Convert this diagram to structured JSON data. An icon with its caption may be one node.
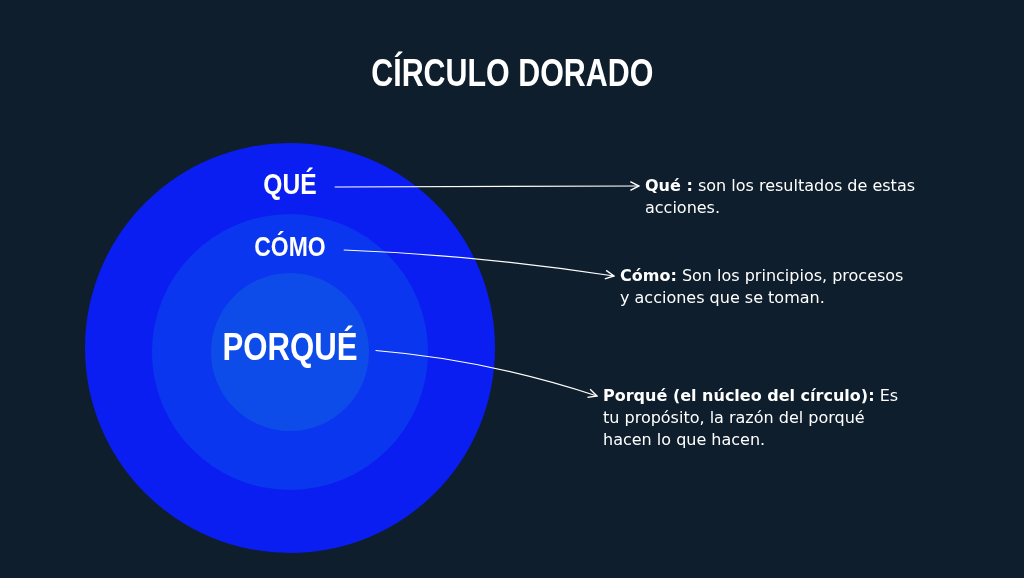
{
  "diagram": {
    "title": "CÍRCULO DORADO",
    "nodes": [
      {
        "text": [
          "QUÉ"
        ]
      },
      {
        "text": [
          "CÓMO"
        ],
        "in": 0
      },
      {
        "text": [
          "PORQUÉ"
        ],
        "in": 1
      },
      {
        "text": [
          "**Qué :** son los resultados de estas acciones."
        ]
      },
      {
        "text": [
          "**Cómo:** Son los principios, procesos y acciones que se toman."
        ]
      },
      {
        "text": [
          "**Porqué (el núcleo del círculo):** Es tu propósito, la razón del porqué hacen lo que hacen."
        ]
      }
    ],
    "edges": [
      {
        "from": 0,
        "to": 3,
        "arrow": "to"
      },
      {
        "from": 1,
        "to": 4,
        "arrow": "to"
      },
      {
        "from": 2,
        "to": 5,
        "arrow": "to"
      }
    ]
  }
}
